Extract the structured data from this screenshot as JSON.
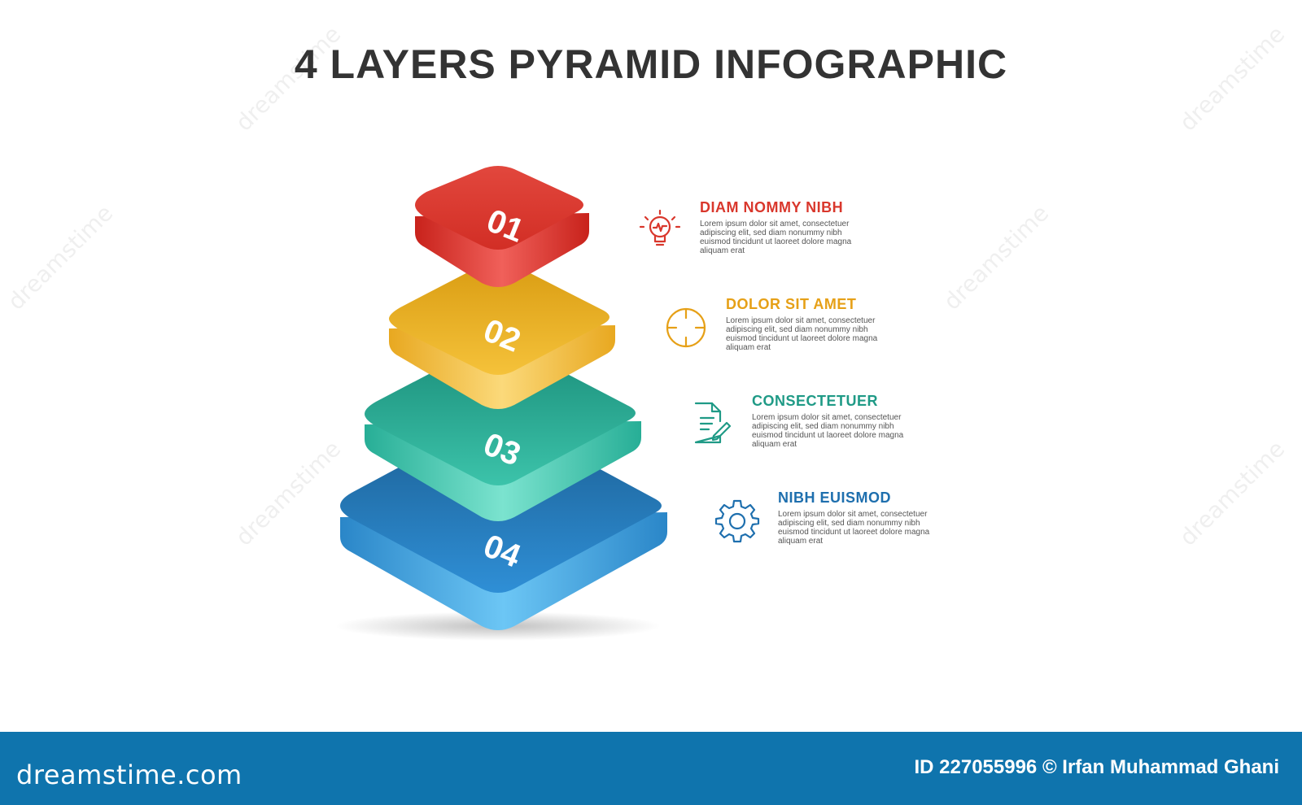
{
  "title": "4 LAYERS PYRAMID INFOGRAPHIC",
  "layers": [
    {
      "number": "01",
      "heading": "DIAM NOMMY NIBH",
      "icon": "lightbulb-icon",
      "color": "#d9372c",
      "desc": "Lorem ipsum dolor sit amet, consectetuer adipiscing elit, sed diam nonummy nibh euismod tincidunt ut laoreet dolore magna aliquam erat"
    },
    {
      "number": "02",
      "heading": "DOLOR SIT AMET",
      "icon": "target-icon",
      "color": "#e6a017",
      "desc": "Lorem ipsum dolor sit amet, consectetuer adipiscing elit, sed diam nonummy nibh euismod tincidunt ut laoreet dolore magna aliquam erat"
    },
    {
      "number": "03",
      "heading": "CONSECTETUER",
      "icon": "document-edit-icon",
      "color": "#1f9a86",
      "desc": "Lorem ipsum dolor sit amet, consectetuer adipiscing elit, sed diam nonummy nibh euismod tincidunt ut laoreet dolore magna aliquam erat"
    },
    {
      "number": "04",
      "heading": "NIBH EUISMOD",
      "icon": "gear-icon",
      "color": "#1e6fae",
      "desc": "Lorem ipsum dolor sit amet, consectetuer adipiscing elit, sed diam nonummy nibh euismod tincidunt ut laoreet dolore magna aliquam erat"
    }
  ],
  "watermark_text": "dreamstime",
  "footer": {
    "brand": "dreamstime.com",
    "id_text": "ID 227055996 © Irfan Muhammad Ghani"
  }
}
